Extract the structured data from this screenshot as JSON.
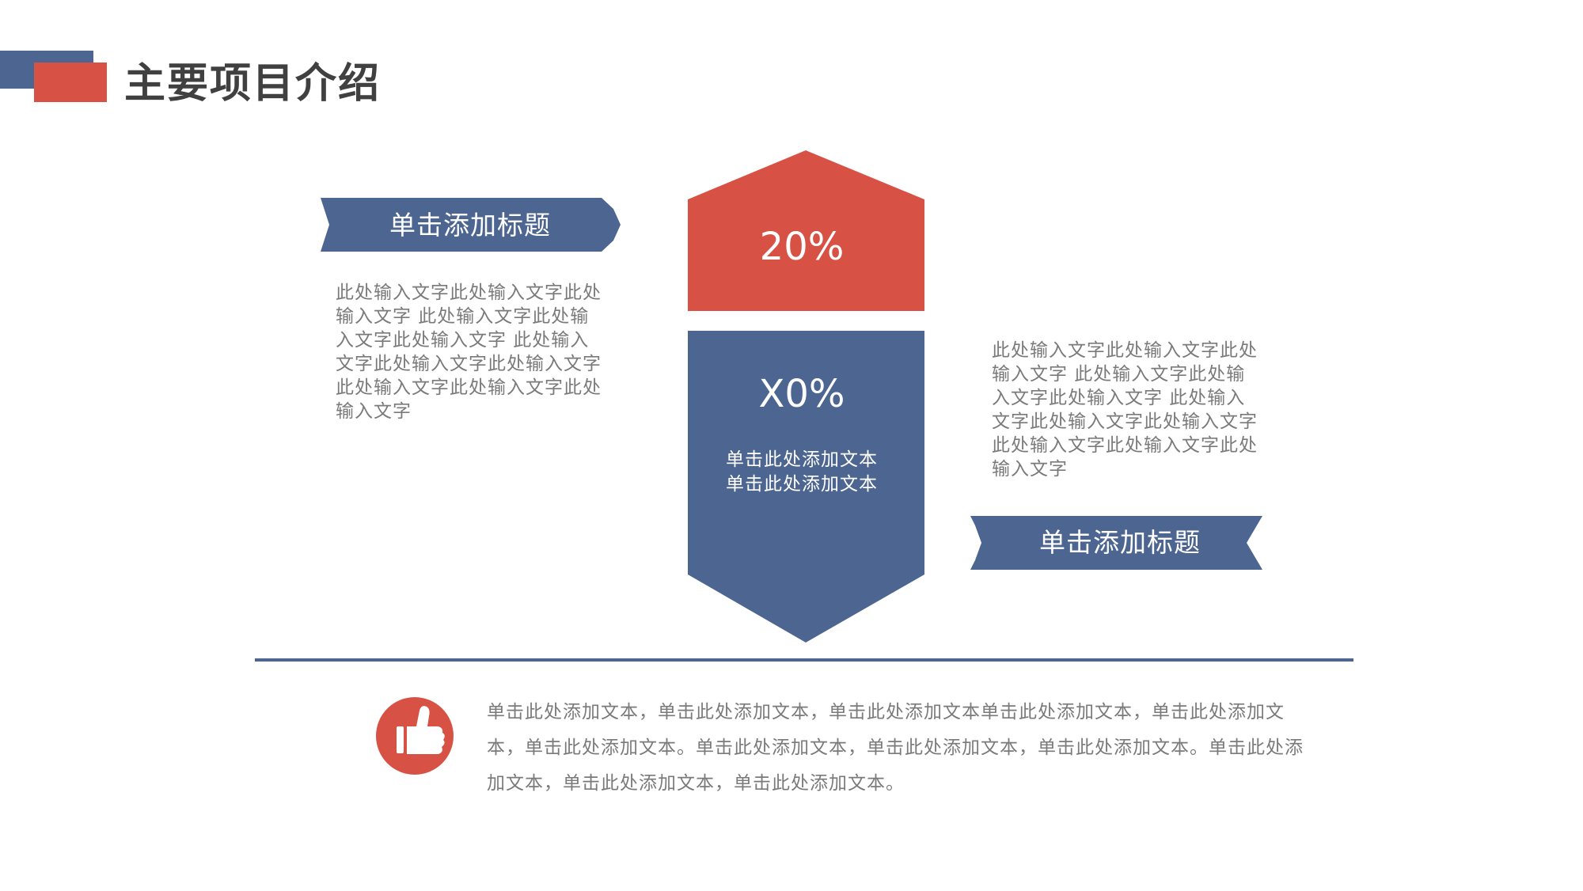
{
  "header": {
    "title": "主要项目介绍"
  },
  "left_card": {
    "title": "单击添加标题",
    "body": "此处输入文字此处输入文字此处输入文字 此处输入文字此处输入文字此处输入文字 此处输入文字此处输入文字此处输入文字 此处输入文字此处输入文字此处输入文字"
  },
  "right_card": {
    "title": "单击添加标题",
    "body": "此处输入文字此处输入文字此处输入文字 此处输入文字此处输入文字此处输入文字 此处输入文字此处输入文字此处输入文字 此处输入文字此处输入文字此处输入文字"
  },
  "center": {
    "top_value": "20%",
    "bottom_value": "X0%",
    "bottom_line1": "单击此处添加文本",
    "bottom_line2": "单击此处添加文本"
  },
  "footer": {
    "icon": "thumbs-up-icon",
    "text": "单击此处添加文本，单击此处添加文本，单击此处添加文本单击此处添加文本，单击此处添加文本，单击此处添加文本。单击此处添加文本，单击此处添加文本，单击此处添加文本。单击此处添加文本，单击此处添加文本，单击此处添加文本。"
  },
  "colors": {
    "accent_red": "#d85145",
    "accent_blue": "#4d6591",
    "text_gray": "#7a7a7a",
    "title_gray": "#404040"
  }
}
